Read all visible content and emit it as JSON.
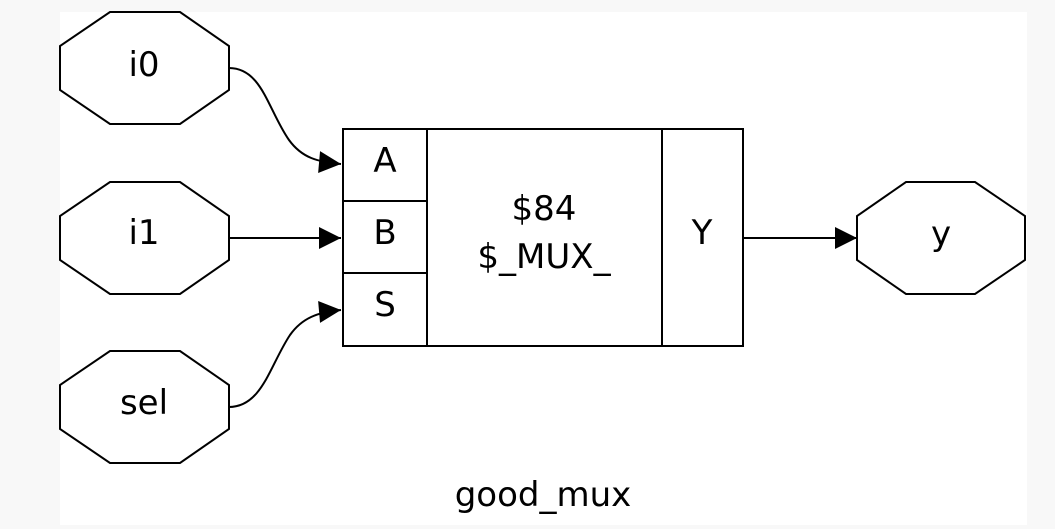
{
  "diagram": {
    "title": "good_mux",
    "colors": {
      "background": "#f8f8f8",
      "panel": "#ffffff",
      "stroke": "#000000"
    },
    "inputs": [
      {
        "label": "i0"
      },
      {
        "label": "i1"
      },
      {
        "label": "sel"
      }
    ],
    "output": {
      "label": "y"
    },
    "cell": {
      "id": "$84",
      "type": "$_MUX_",
      "ports_in": [
        "A",
        "B",
        "S"
      ],
      "port_out": "Y"
    }
  }
}
